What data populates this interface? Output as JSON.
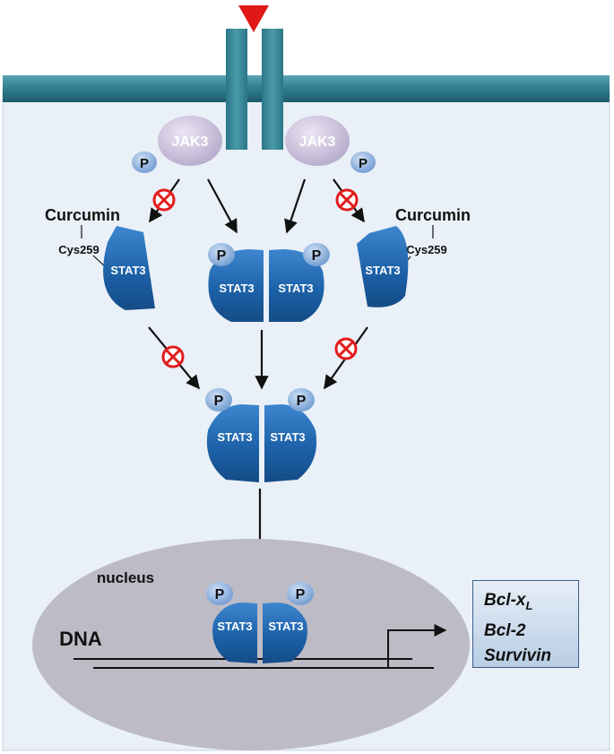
{
  "labels": {
    "jak3": "JAK3",
    "p": "P",
    "stat3": "STAT3",
    "curcumin": "Curcumin",
    "cys259": "Cys259",
    "nucleus": "nucleus",
    "dna": "DNA"
  },
  "genes": {
    "bclxl": {
      "main": "Bcl-x",
      "sub": "L"
    },
    "bcl2": "Bcl-2",
    "survivin": "Survivin"
  },
  "colors": {
    "membrane": "#2e7a8c",
    "cytoplasm": "#e9f0f7",
    "jak3": "#c7bfd9",
    "stat3": "#1f63a8",
    "phospho": "#7fa8d8",
    "inhibit": "#e21c1c",
    "nucleus": "#bdbcc6",
    "ligand": "#e01818"
  }
}
